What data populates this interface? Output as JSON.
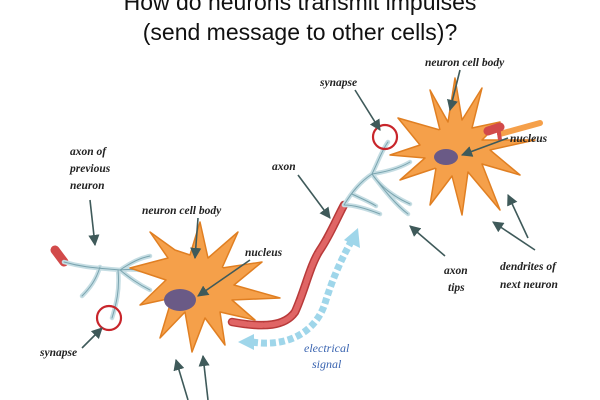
{
  "title": {
    "line1": "How do neurons transmit impulses",
    "line2": "(send message to other cells)?"
  },
  "labels": {
    "synapse_top": "synapse",
    "neuron_cell_body_top": "neuron cell body",
    "nucleus_top": "nucleus",
    "axon_previous_l1": "axon of",
    "axon_previous_l2": "previous",
    "axon_previous_l3": "neuron",
    "axon": "axon",
    "neuron_cell_body": "neuron cell body",
    "nucleus": "nucleus",
    "synapse_bottom": "synapse",
    "axon_tips_l1": "axon",
    "axon_tips_l2": "tips",
    "dendrites_l1": "dendrites of",
    "dendrites_l2": "next neuron",
    "electrical_l1": "electrical",
    "electrical_l2": "signal"
  },
  "colors": {
    "cell_body": "#f5a04a",
    "cell_outline": "#e07f22",
    "nucleus": "#6a5a86",
    "axon": "#d24a4a",
    "dendrite": "#c5dde3",
    "signal": "#9fd6ea",
    "synapse_circle": "#c8252b"
  }
}
